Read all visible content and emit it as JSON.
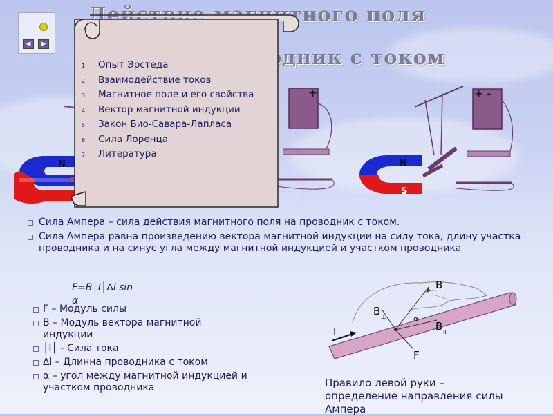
{
  "title": {
    "line1": "Действие магнитного поля",
    "line2": "на проводник с током"
  },
  "nav": {
    "prev_icon": "triangle-left-icon",
    "next_icon": "triangle-right-icon"
  },
  "menu": {
    "items": [
      "Опыт Эрстеда",
      "Взаимодействие токов",
      "Магнитное поле и его свойства",
      "Вектор магнитной индукции",
      "Закон Био-Савара-Лапласа",
      "Сила Лоренца",
      "Литература"
    ]
  },
  "figures": {
    "left_magnet_label": "N",
    "right_magnet_n": "N",
    "right_magnet_s": "S",
    "plus_left": "+",
    "plus_right": "+ -"
  },
  "content": {
    "bullet1": "Сила Ампера – сила действия магнитного поля на проводник с током.",
    "bullet2": "Сила Ампера равна произведению вектора магнитной индукции на силу тока, длину участка проводника и на синус угла между магнитной индукцией и участком проводника",
    "formula_line1": "F=B│I│∆l sin",
    "formula_line2": "α",
    "defs": [
      "F – Модуль силы",
      "B – Модуль вектора магнитной индукции",
      "│I│ - Сила тока",
      "∆l – Длинна проводника с током",
      "α – угол между магнитной индукцией и участком проводника"
    ],
    "rule_text": "Правило левой руки – определение направления силы Ампера"
  },
  "hand_diagram": {
    "B": "B",
    "B_perp": "B",
    "B_perp_sub": "⊥",
    "B_par": "B",
    "B_par_sub": "II",
    "alpha": "α",
    "I": "I",
    "F": "F"
  }
}
